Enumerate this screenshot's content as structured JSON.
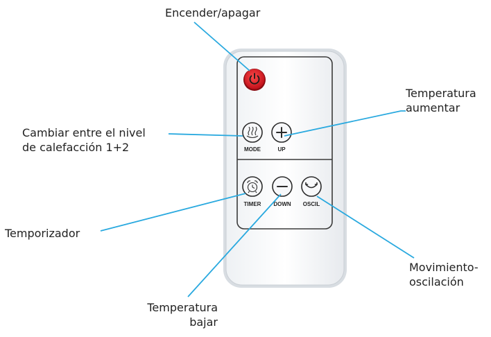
{
  "labels": {
    "power": "Encender/apagar",
    "mode_line1": "Cambiar entre el nivel",
    "mode_line2": "de calefacción 1+2",
    "temp_up_line1": "Temperatura",
    "temp_up_line2": "aumentar",
    "timer": "Temporizador",
    "oscillation_line1": "Movimiento-",
    "oscillation_line2": "oscilación",
    "temp_down_line1": "Temperatura",
    "temp_down_line2": "bajar"
  },
  "remote": {
    "buttons": {
      "mode": "MODE",
      "up": "UP",
      "timer": "TIMER",
      "down": "DOWN",
      "oscil": "OSCIL"
    }
  },
  "colors": {
    "leader_line": "#29a9df",
    "power_button": "#e0202a"
  },
  "icons": {
    "power": "power-icon",
    "mode": "heat-waves-icon",
    "up": "plus-icon",
    "timer": "alarm-clock-icon",
    "down": "minus-icon",
    "oscil": "oscillation-arc-icon"
  }
}
